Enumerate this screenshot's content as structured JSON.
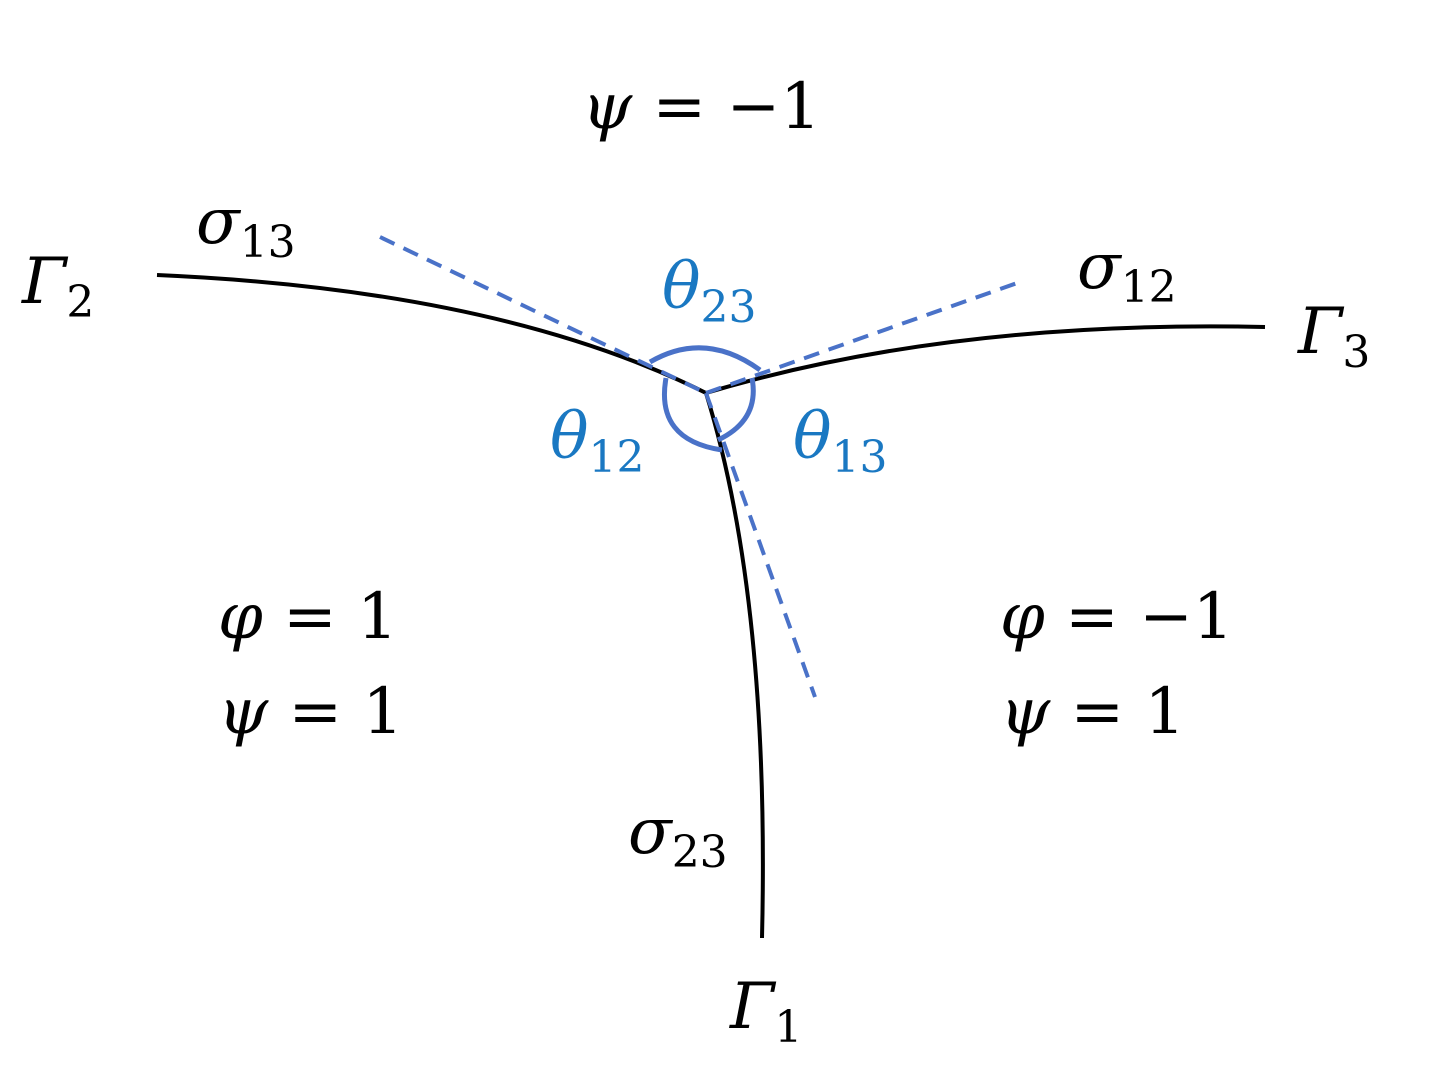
{
  "labels": {
    "psi_top": {
      "sym": "ψ",
      "eq": " = −1"
    },
    "sigma13": {
      "sym": "σ",
      "sub": "13"
    },
    "sigma12": {
      "sym": "σ",
      "sub": "12"
    },
    "sigma23": {
      "sym": "σ",
      "sub": "23"
    },
    "gamma1": {
      "sym": "Γ",
      "sub": "1"
    },
    "gamma2": {
      "sym": "Γ",
      "sub": "2"
    },
    "gamma3": {
      "sym": "Γ",
      "sub": "3"
    },
    "theta23": {
      "sym": "θ",
      "sub": "23"
    },
    "theta12": {
      "sym": "θ",
      "sub": "12"
    },
    "theta13": {
      "sym": "θ",
      "sub": "13"
    },
    "left_phi": {
      "sym": "φ",
      "eq": " = 1"
    },
    "left_psi": {
      "sym": "ψ",
      "eq": " = 1"
    },
    "right_phi": {
      "sym": "φ",
      "eq": " = −1"
    },
    "right_psi": {
      "sym": "ψ",
      "eq": " = 1"
    }
  },
  "colors": {
    "curve": "#000000",
    "tangent": "#4a72c8",
    "angle_label": "#1a78c2"
  }
}
